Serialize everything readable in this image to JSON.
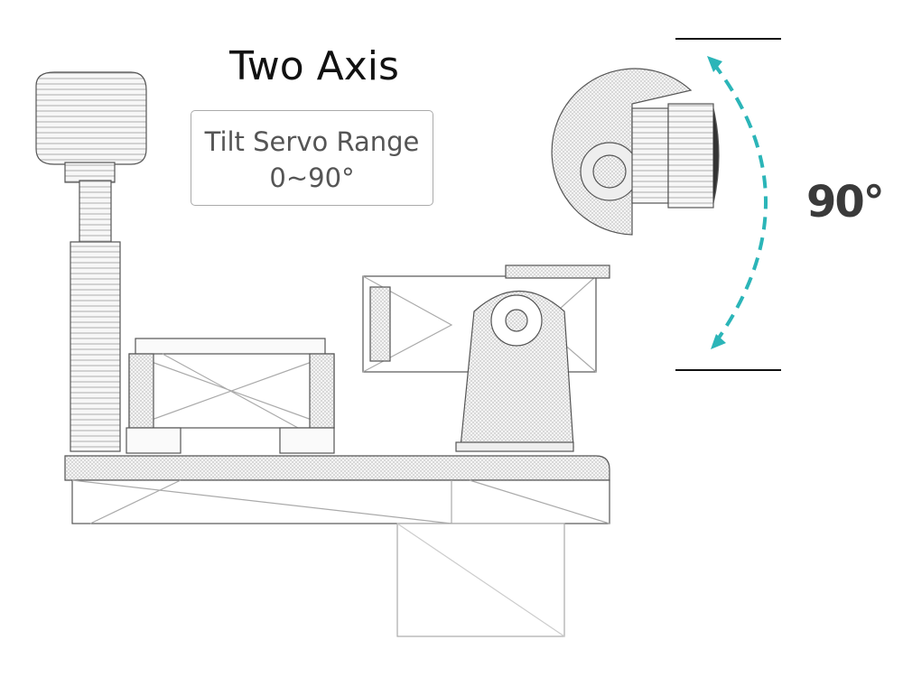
{
  "title": "Two Axis",
  "range_box": {
    "line1": "Tilt Servo Range",
    "line2": "0~90°"
  },
  "angle_label": "90°",
  "colors": {
    "arc": "#2bb5b8",
    "text": "#111111",
    "angle": "#3a3a3a",
    "wireframe": "#555555"
  }
}
